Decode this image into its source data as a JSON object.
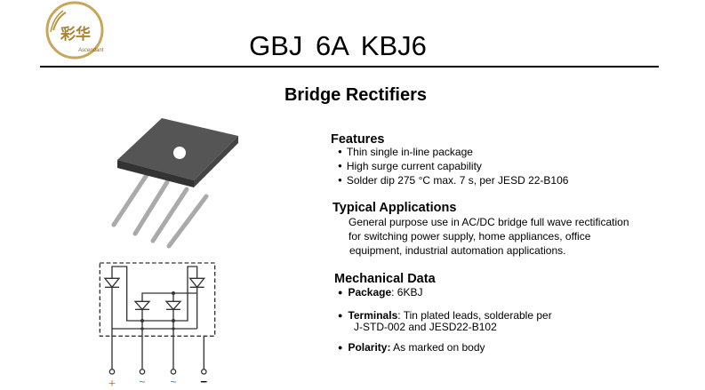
{
  "logo": {
    "text": "Ascendant",
    "colors": {
      "gold": "#b8963a"
    }
  },
  "header": {
    "title": "GBJ 6A  KBJ6"
  },
  "subtitle": "Bridge Rectifiers",
  "features": {
    "heading": "Features",
    "items": [
      "Thin single in-line package",
      "High surge current capability",
      "Solder dip 275 °C max. 7 s, per JESD 22-B106"
    ]
  },
  "applications": {
    "heading": "Typical Applications",
    "lines": [
      "General purpose use in AC/DC bridge full wave rectification",
      "for switching power supply, home appliances, office",
      "equipment, industrial automation applications."
    ]
  },
  "mechanical": {
    "heading": "Mechanical Data",
    "package": {
      "label": "Package",
      "value": ": 6KBJ"
    },
    "terminals": {
      "label": "Terminals",
      "value": ": Tin plated leads, solderable per",
      "line2": "J-STD-002 and JESD22-B102"
    },
    "polarity": {
      "label": "Polarity:",
      "value": " As marked on body"
    }
  },
  "circuit": {
    "terminals": [
      "+",
      "~",
      "~",
      "−"
    ],
    "colors": {
      "plus": "#e07020",
      "ac": "#3a7ab8",
      "minus": "#000000"
    }
  }
}
